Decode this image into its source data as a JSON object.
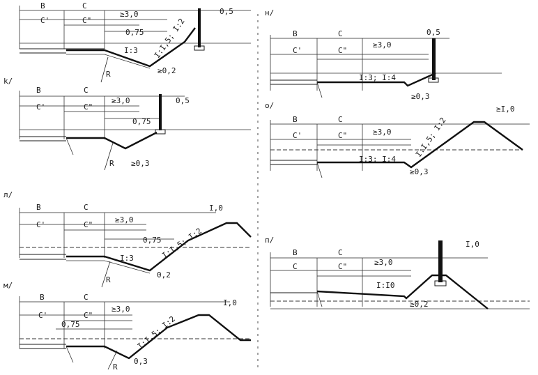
{
  "panels": [
    {
      "id": "k",
      "tag": "",
      "labels": {
        "b": "B",
        "c": "C",
        "c1": "C'",
        "c2": "C\"",
        "d30": "≥3,0",
        "d05": "0,5",
        "d075": "0,75",
        "r": "R",
        "depth": "≥0,2"
      },
      "slopes": [
        "I:3",
        "I:I,5; I:2"
      ]
    },
    {
      "id": "l",
      "tag": "k/",
      "labels": {
        "b": "B",
        "c": "C",
        "c1": "C'",
        "c2": "C\"",
        "d30": "≥3,0",
        "d05": "0,5",
        "d075": "0,75",
        "r": "R",
        "depth": "≥0,3"
      },
      "slopes": []
    },
    {
      "id": "m",
      "tag": "л/",
      "labels": {
        "b": "B",
        "c": "C",
        "c1": "C'",
        "c2": "C\"",
        "d30": "≥3,0",
        "d10": "I,0",
        "d075": "0,75",
        "r": "R",
        "depth": "0,2"
      },
      "slopes": [
        "I:3",
        "I:I,5; I:2"
      ]
    },
    {
      "id": "n",
      "tag": "м/",
      "labels": {
        "b": "B",
        "c": "C",
        "c1": "C'",
        "c2": "C\"",
        "d30": "≥3,0",
        "d10": "I,0",
        "d075": "0,75",
        "r": "R",
        "depth": "0,3"
      },
      "slopes": [
        "I:I,5; I:2"
      ]
    },
    {
      "id": "o",
      "tag": "н/",
      "labels": {
        "b": "B",
        "c": "C",
        "c1": "C'",
        "c2": "C\"",
        "d30": "≥3,0",
        "d05": "0,5",
        "depth": "≥0,3"
      },
      "slopes": [
        "I:3; I:4"
      ]
    },
    {
      "id": "p",
      "tag": "о/",
      "labels": {
        "b": "B",
        "c": "C",
        "c1": "C'",
        "c2": "C\"",
        "d30": "≥3,0",
        "d10": "≥I,0",
        "depth": "≥0,3"
      },
      "slopes": [
        "I:3; I:4",
        "I:I,5; I:2"
      ]
    },
    {
      "id": "q",
      "tag": "п/",
      "labels": {
        "b": "B",
        "c": "C",
        "c1": "C",
        "c2": "C\"",
        "d30": "≥3,0",
        "d10": "I,0",
        "depth": "≥0,2"
      },
      "slopes": [
        "I:I0"
      ]
    }
  ]
}
